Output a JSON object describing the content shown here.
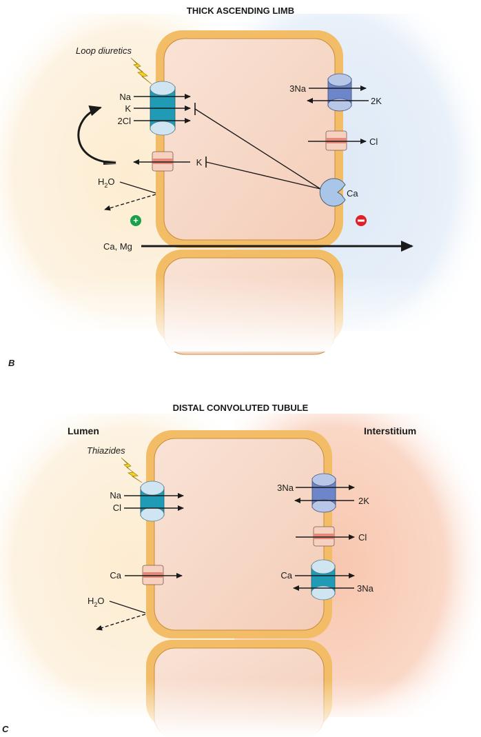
{
  "panel_b": {
    "letter": "B",
    "title": "THICK ASCENDING LIMB",
    "drug": "Loop diuretics",
    "apical_cotransporter": {
      "ions": [
        "Na",
        "K",
        "2Cl"
      ]
    },
    "apical_k_channel": {
      "ion": "K"
    },
    "water": {
      "label_main": "H",
      "label_sub": "2",
      "label_end": "O"
    },
    "basolateral_pump": {
      "in_ion": "3Na",
      "out_ion": "2K"
    },
    "basolateral_cl_channel": {
      "ion": "Cl"
    },
    "casr": {
      "ion": "Ca"
    },
    "paracellular": {
      "ions": "Ca, Mg"
    },
    "lumen_charge": "+",
    "interstitium_charge": "−",
    "colors": {
      "lumen": "#fdf0d8",
      "interstitium": "#e6eff8",
      "cell": "#f6d8c6",
      "membrane": "#f2bd66",
      "nkcc": "#1f9bb5",
      "pump": "#6d86c9",
      "channel": "#f0a99a",
      "casr": "#a9c5e8",
      "plus": "#1aa04a",
      "minus": "#e0202a",
      "bolt": "#f5d21c"
    }
  },
  "panel_c": {
    "letter": "C",
    "title": "DISTAL CONVOLUTED TUBULE",
    "lumen_label": "Lumen",
    "interstitium_label": "Interstitium",
    "drug": "Thiazides",
    "apical_cotransporter": {
      "ions": [
        "Na",
        "Cl"
      ]
    },
    "apical_ca_channel": {
      "ion": "Ca"
    },
    "water": {
      "label_main": "H",
      "label_sub": "2",
      "label_end": "O"
    },
    "basolateral_pump": {
      "in_ion": "3Na",
      "out_ion": "2K"
    },
    "basolateral_cl_channel": {
      "ion": "Cl"
    },
    "ncx": {
      "out_ion": "Ca",
      "in_ion": "3Na"
    },
    "colors": {
      "lumen": "#fdf0d8",
      "interstitium": "#f9cdb8",
      "cell": "#f6d8c6",
      "membrane": "#f2bd66",
      "ncc": "#1f9bb5",
      "pump": "#6d86c9",
      "channel": "#f0a99a",
      "bolt": "#f5d21c"
    }
  }
}
